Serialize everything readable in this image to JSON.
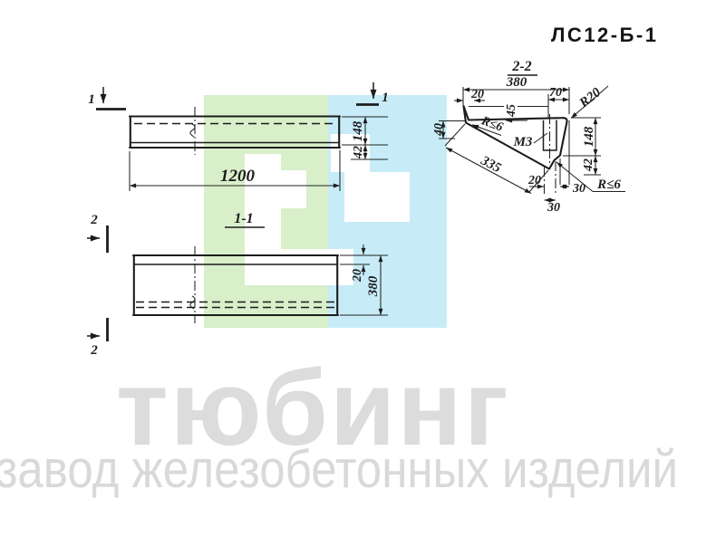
{
  "title": "ЛС12-Б-1",
  "watermark": {
    "brand": "тюбинг",
    "subtitle": "завод железобетонных изделий"
  },
  "colors": {
    "logo_green": "#d8efca",
    "logo_cyan": "#c7ecf8",
    "watermark_gray": "#dcdcdc",
    "line": "#1c1c1c"
  },
  "main_view": {
    "mark_left": "1",
    "mark_right": "1",
    "dim_length": "1200",
    "dim_height_total": "148",
    "dim_height_step": "42"
  },
  "plan_view": {
    "label": "1-1",
    "mark_top": "2",
    "mark_bottom": "2",
    "dim_top_strip": "20",
    "dim_width": "380"
  },
  "section_view": {
    "label": "2-2",
    "dim_width": "380",
    "dim_left_offset": "20",
    "dim_recess": "45",
    "dim_nose": "70",
    "radius_nose": "R20",
    "radius_top_edge": "R≤6",
    "thread": "M3",
    "dim_height_total": "148",
    "dim_height_nose": "42",
    "dim_slope": "335",
    "dim_bottom_20": "20",
    "dim_bottom_30a": "30",
    "dim_bottom_30b": "30",
    "radius_bottom": "R≤6",
    "dim_back_height": "40"
  }
}
